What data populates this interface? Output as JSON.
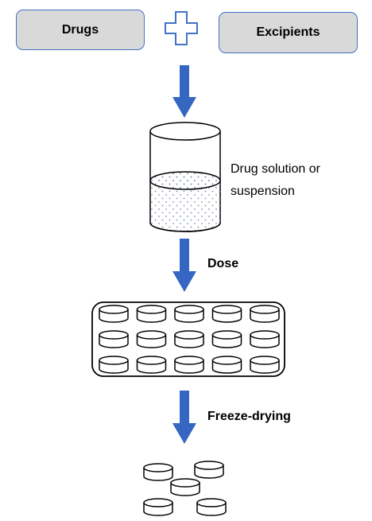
{
  "inputs": {
    "drugs_label": "Drugs",
    "excipients_label": "Excipients",
    "plus_icon": "plus-icon"
  },
  "stages": {
    "solution_label_line1": "Drug solution or",
    "solution_label_line2": "suspension",
    "dose_label": "Dose",
    "freeze_drying_label": "Freeze-drying"
  },
  "blister": {
    "rows": 3,
    "columns": 5
  },
  "final_tablets_count": 5,
  "colors": {
    "box_fill": "#d9d9d9",
    "box_border": "#4472c4",
    "arrow_fill": "#3566c2",
    "plus_stroke": "#4472c4",
    "outline": "#000000",
    "stipple": "#7f8fb0"
  }
}
